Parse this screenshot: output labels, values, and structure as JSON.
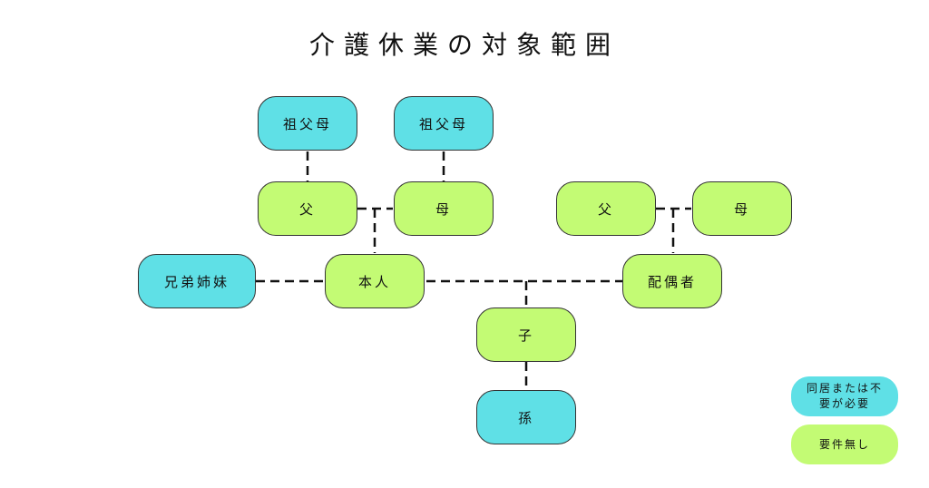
{
  "title": "介護休業の対象範囲",
  "colors": {
    "required": "#5fe0e6",
    "not_required": "#c3fb74"
  },
  "nodes": {
    "grandparent_left": "祖父母",
    "grandparent_right": "祖父母",
    "father": "父",
    "mother": "母",
    "spouse_father": "父",
    "spouse_mother": "母",
    "siblings": "兄弟姉妹",
    "self": "本人",
    "spouse": "配偶者",
    "child": "子",
    "grandchild": "孫"
  },
  "legend": {
    "required_label": "同居または不要が必要",
    "not_required_label": "要件無し"
  }
}
